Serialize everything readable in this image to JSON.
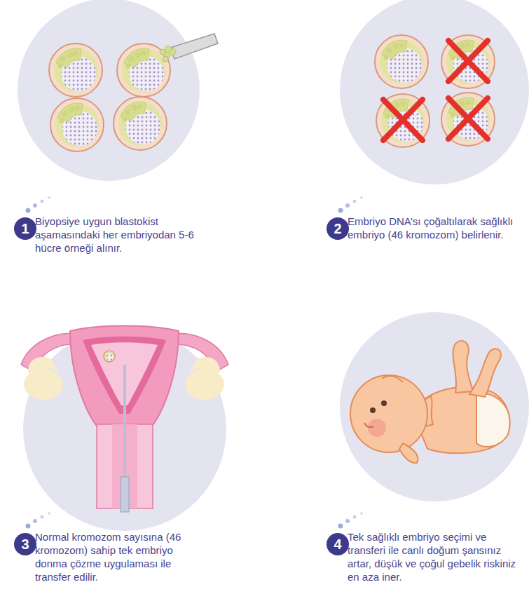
{
  "diagram": {
    "nodes": [
      {
        "text": [
          "1",
          "Biyopsiye uygun blastokist aşamasındaki her embriyodan 5-6 hücre örneği alınır."
        ]
      },
      {
        "text": [
          "2",
          "Embriyo DNA’sı çoğaltılarak sağlıklı embriyo (46 kromozom) belirlenir."
        ]
      },
      {
        "text": [
          "3",
          "Normal kromozom sayısına (46 kromozom) sahip tek embriyo donma çözme uygulaması ile transfer edilir."
        ]
      },
      {
        "text": [
          "4",
          "Tek sağlıklı embriyo seçimi ve transferi ile canlı doğum şansınız artar, düşük ve çoğul gebelik riskiniz en aza iner."
        ]
      }
    ]
  }
}
